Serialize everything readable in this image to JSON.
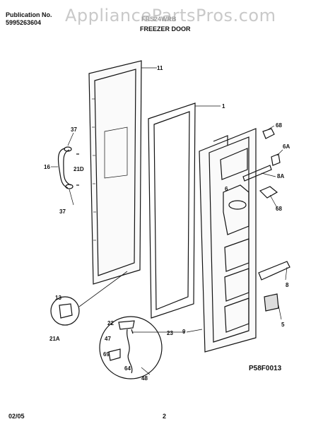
{
  "header": {
    "pub_label": "Publication No.",
    "pub_number": "5995263604",
    "model": "FRS24WRB",
    "watermark": "AppliancePartsPros.com",
    "section_title": "FREEZER DOOR"
  },
  "callouts": [
    "11",
    "1",
    "37",
    "21D",
    "16",
    "37",
    "68",
    "6A",
    "6",
    "8A",
    "68",
    "8",
    "5",
    "9",
    "13",
    "21A",
    "22",
    "47",
    "23",
    "69",
    "64",
    "48"
  ],
  "diagram_code": "P58F0013",
  "footer": {
    "date": "02/05",
    "page": "2"
  }
}
